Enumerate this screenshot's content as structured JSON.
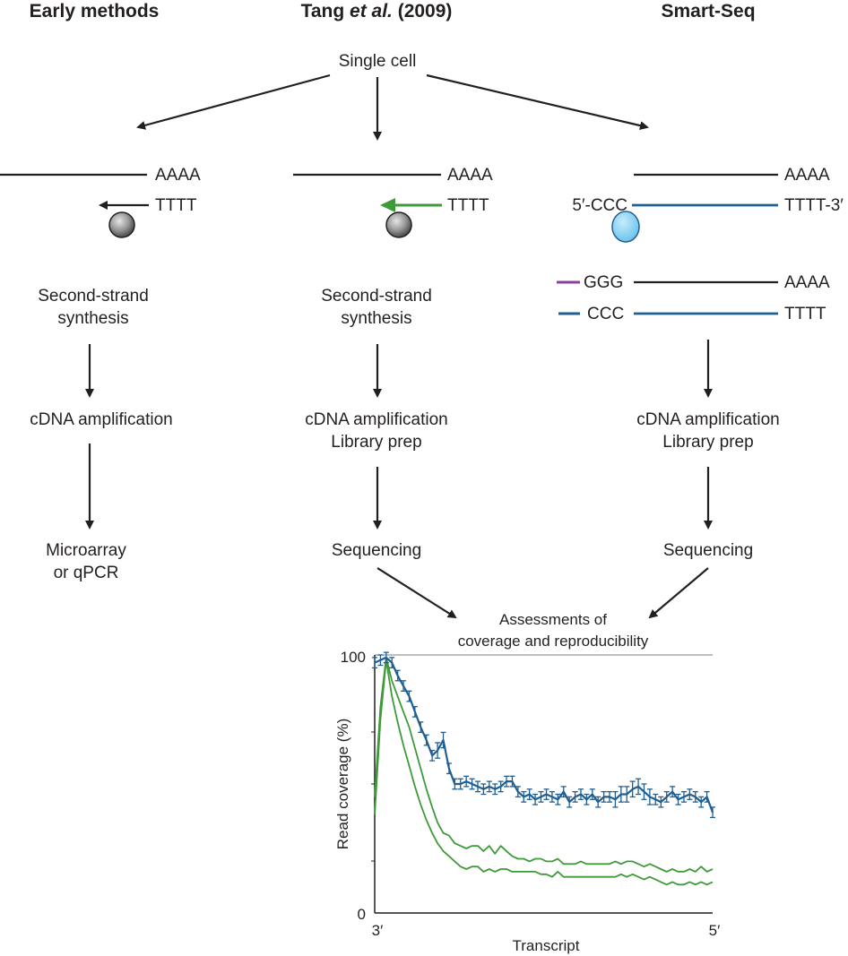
{
  "headers": {
    "early": "Early methods",
    "tang_prefix": "Tang ",
    "tang_etal": "et al.",
    "tang_year": " (2009)",
    "smart": "Smart-Seq"
  },
  "single_cell": "Single cell",
  "early": {
    "polyA": "AAAA",
    "polyT": "TTTT",
    "step1_line1": "Second-strand",
    "step1_line2": "synthesis",
    "step2": "cDNA amplification",
    "step3_line1": "Microarray",
    "step3_line2": "or qPCR"
  },
  "tang": {
    "polyA": "AAAA",
    "polyT": "TTTT",
    "step1_line1": "Second-strand",
    "step1_line2": "synthesis",
    "step2_line1": "cDNA amplification",
    "step2_line2": "Library prep",
    "step3": "Sequencing"
  },
  "smart": {
    "polyA": "AAAA",
    "five_ccc": "5′-CCC",
    "polyT3": "TTTT-3′",
    "ggg": "GGG",
    "polyA2": "AAAA",
    "ccc": "CCC",
    "polyT": "TTTT",
    "step2_line1": "cDNA amplification",
    "step2_line2": "Library prep",
    "step3": "Sequencing"
  },
  "assessment_line1": "Assessments of",
  "assessment_line2": "coverage and reproducibility",
  "colors": {
    "black": "#231f20",
    "smart_blue": "#1f5f93",
    "green": "#3f9a3a",
    "bead_light": "#79cdf2",
    "bead_gray": "#777777",
    "purple": "#8b3fa0",
    "grid": "#999999"
  },
  "chart_data": {
    "type": "line",
    "title": "",
    "xlabel": "Transcript",
    "ylabel": "Read coverage (%)",
    "x_tick_labels": [
      "3′",
      "5′"
    ],
    "y_tick_labels": [
      "0",
      "100"
    ],
    "xlim": [
      0,
      100
    ],
    "ylim": [
      0,
      100
    ],
    "grid_lines_y": [
      100
    ],
    "series": [
      {
        "role": "smart_seq",
        "color": "#1f5f93",
        "error_bars": true,
        "x": [
          0,
          1.7,
          3.4,
          5.1,
          6.8,
          8.5,
          10.2,
          11.9,
          13.6,
          15.3,
          17,
          18.6,
          20.3,
          22,
          23.7,
          25.4,
          27.1,
          28.8,
          30.5,
          32.2,
          33.9,
          35.6,
          37.3,
          39,
          40.7,
          42.4,
          44.1,
          45.8,
          47.5,
          49.2,
          50.8,
          52.5,
          54.2,
          55.9,
          57.6,
          59.3,
          61,
          62.7,
          64.4,
          66.1,
          67.8,
          69.5,
          71.2,
          72.9,
          74.6,
          76.3,
          78,
          79.7,
          81.4,
          83.1,
          84.7,
          86.4,
          88.1,
          89.8,
          91.5,
          93.2,
          94.9,
          96.6,
          98.3,
          100
        ],
        "y": [
          97,
          98,
          99,
          97,
          92,
          88,
          84,
          78,
          72,
          67,
          61,
          63,
          67,
          56,
          50,
          50,
          51,
          50,
          49,
          48,
          49,
          48,
          49,
          51,
          51,
          47,
          45,
          46,
          44,
          45,
          46,
          45,
          44,
          47,
          43,
          45,
          46,
          44,
          46,
          43,
          45,
          45,
          44,
          46,
          46,
          48,
          49,
          47,
          45,
          44,
          43,
          45,
          47,
          44,
          45,
          46,
          45,
          43,
          45,
          39
        ],
        "err": [
          2,
          2,
          2,
          2,
          2,
          2,
          2,
          2,
          2,
          2,
          2,
          3,
          3,
          2,
          2,
          2,
          2,
          2,
          2,
          2,
          2,
          2,
          2,
          2,
          2,
          2,
          2,
          2,
          2,
          2,
          2,
          2,
          2,
          2,
          2,
          2,
          2,
          2,
          2,
          2,
          2,
          2,
          3,
          3,
          3,
          3,
          3,
          3,
          3,
          2,
          2,
          2,
          2,
          2,
          2,
          2,
          2,
          2,
          2,
          2
        ]
      },
      {
        "role": "tang_upper",
        "color": "#3f9a3a",
        "error_bars": false,
        "x": [
          0,
          1.7,
          3.4,
          5.1,
          6.8,
          8.5,
          10.2,
          11.9,
          13.6,
          15.3,
          17,
          18.6,
          20.3,
          22,
          23.7,
          25.4,
          27.1,
          28.8,
          30.5,
          32.2,
          33.9,
          35.6,
          37.3,
          39,
          40.7,
          42.4,
          44.1,
          45.8,
          47.5,
          49.2,
          50.8,
          52.5,
          54.2,
          55.9,
          57.6,
          59.3,
          61,
          62.7,
          64.4,
          66.1,
          67.8,
          69.5,
          71.2,
          72.9,
          74.6,
          76.3,
          78,
          79.7,
          81.4,
          83.1,
          84.7,
          86.4,
          88.1,
          89.8,
          91.5,
          93.2,
          94.9,
          96.6,
          98.3,
          100
        ],
        "y": [
          45,
          80,
          99,
          90,
          84,
          78,
          72,
          64,
          56,
          48,
          41,
          35,
          31,
          30,
          27,
          26,
          25,
          26,
          26,
          24,
          26,
          23,
          26,
          24,
          22,
          21,
          21,
          20,
          21,
          21,
          20,
          20,
          21,
          19,
          19,
          19,
          20,
          19,
          19,
          19,
          19,
          19,
          20,
          19,
          20,
          20,
          19,
          18,
          19,
          18,
          17,
          16,
          17,
          16,
          16,
          17,
          16,
          18,
          16,
          17
        ]
      },
      {
        "role": "tang_lower",
        "color": "#3f9a3a",
        "error_bars": false,
        "x": [
          0,
          1.7,
          3.4,
          5.1,
          6.8,
          8.5,
          10.2,
          11.9,
          13.6,
          15.3,
          17,
          18.6,
          20.3,
          22,
          23.7,
          25.4,
          27.1,
          28.8,
          30.5,
          32.2,
          33.9,
          35.6,
          37.3,
          39,
          40.7,
          42.4,
          44.1,
          45.8,
          47.5,
          49.2,
          50.8,
          52.5,
          54.2,
          55.9,
          57.6,
          59.3,
          61,
          62.7,
          64.4,
          66.1,
          67.8,
          69.5,
          71.2,
          72.9,
          74.6,
          76.3,
          78,
          79.7,
          81.4,
          83.1,
          84.7,
          86.4,
          88.1,
          89.8,
          91.5,
          93.2,
          94.9,
          96.6,
          98.3,
          100
        ],
        "y": [
          38,
          75,
          98,
          84,
          74,
          65,
          57,
          49,
          42,
          36,
          31,
          27,
          24,
          22,
          20,
          18,
          17,
          18,
          18,
          16,
          17,
          16,
          17,
          17,
          16,
          16,
          16,
          16,
          16,
          15,
          15,
          14,
          16,
          14,
          14,
          14,
          14,
          14,
          14,
          14,
          14,
          14,
          14,
          15,
          14,
          15,
          14,
          13,
          14,
          13,
          12,
          11,
          12,
          11,
          11,
          12,
          11,
          12,
          11,
          12
        ]
      }
    ]
  }
}
